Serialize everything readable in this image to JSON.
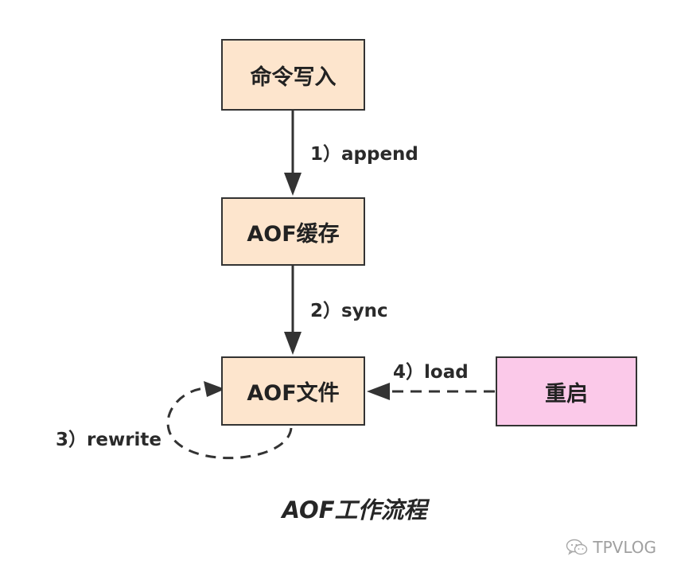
{
  "nodes": {
    "command_write": "命令写入",
    "aof_cache": "AOF缓存",
    "aof_file": "AOF文件",
    "restart": "重启"
  },
  "edges": {
    "append": "1）append",
    "sync": "2）sync",
    "rewrite": "3）rewrite",
    "load": "4）load"
  },
  "caption": "AOF工作流程",
  "watermark": {
    "icon": "wechat-icon",
    "text": "TPVLOG"
  },
  "colors": {
    "node_fill": "#fde5cd",
    "restart_fill": "#fbc9e9",
    "stroke": "#333333"
  }
}
